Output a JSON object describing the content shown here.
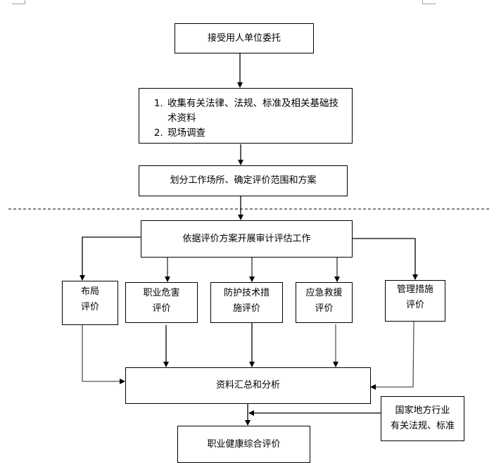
{
  "diagram": {
    "steps": {
      "accept": "接受用人单位委托",
      "collect": [
        "收集有关法律、法规、标准及相关基础技术资料",
        "现场调查"
      ],
      "divide": "划分工作场所、确定评价范围和方案",
      "audit": "依据评价方案开展审计评估工作",
      "evaluations": [
        "布局\n评价",
        "职业危害\n评价",
        "防护技术措\n施评价",
        "应急救援\n评价",
        "管理措施\n评价"
      ],
      "summary": "资料汇总和分析",
      "standards": "国家地方行业\n有关法规、标准",
      "final": "职业健康综合评价"
    },
    "colors": {
      "stroke": "#000000",
      "background": "#ffffff",
      "crop_mark": "#a0a0a0"
    }
  }
}
